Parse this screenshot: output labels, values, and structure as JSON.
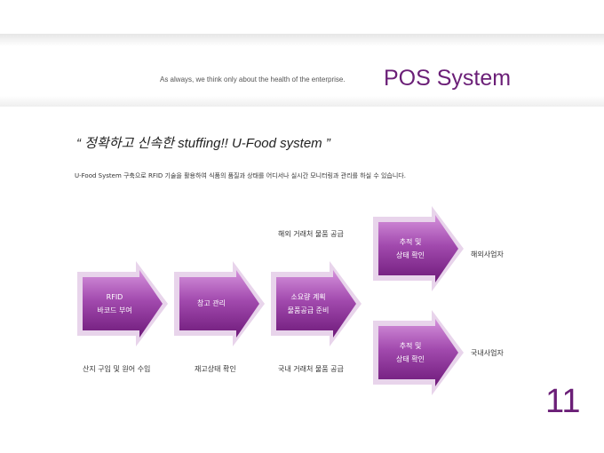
{
  "header": {
    "tagline": "As always, we think only about the health of the enterprise.",
    "title": "POS System"
  },
  "quote": "“ 정확하고 신속한  stuffing!! U-Food system ”",
  "description": "U-Food System 구축으로 RFID 기술을 활용하여 식품의 품질과 상태를 어디서나 실시간 모니터링과 관리를 하실 수 있습니다.",
  "flow": {
    "steps": [
      {
        "label": "RFID\n바코드 부여",
        "caption": "산지 구입 및 원어 수입"
      },
      {
        "label": "창고 관리",
        "caption": "재고상태 확인"
      },
      {
        "label": "소요량 계획\n물품공급 준비",
        "caption_top": "해외 거래처 물품 공급",
        "caption_bottom": "국내 거래처 물품 공급"
      },
      {
        "label": "추적 및\n상태 확인",
        "caption": "해외사업자"
      },
      {
        "label": "추적 및\n상태 확인",
        "caption": "국내사업자"
      }
    ]
  },
  "page_number": "11",
  "colors": {
    "accent": "#6b1f77",
    "arrow_light": "#cf8ed7",
    "arrow_dark": "#7c1f86"
  }
}
